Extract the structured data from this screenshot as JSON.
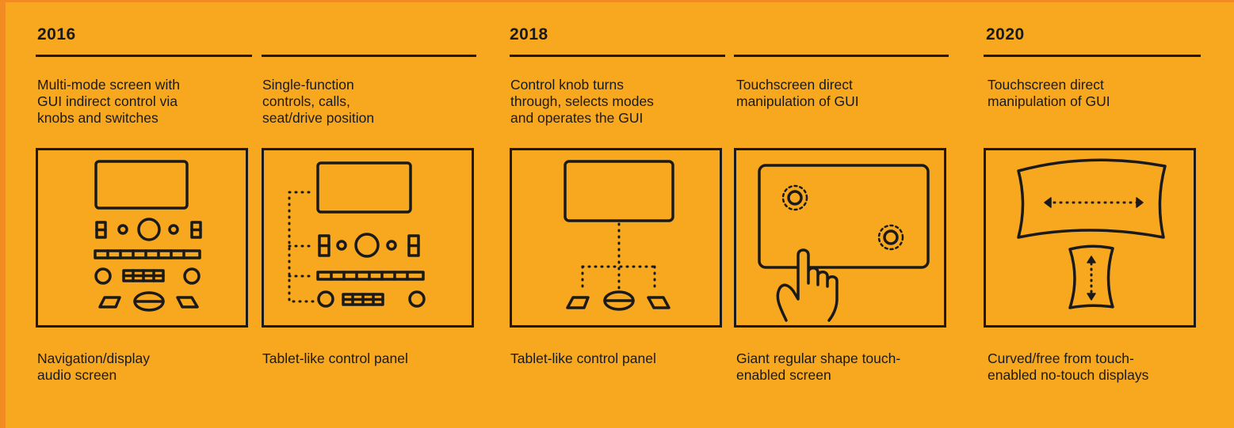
{
  "colors": {
    "background": "#f7a81f",
    "accent_edge": "#f28c22",
    "ink": "#1a1a1a"
  },
  "years": [
    "2016",
    "2018",
    "2020"
  ],
  "columns": [
    {
      "description": "Multi-mode screen with\nGUI indirect control via\nknobs and switches",
      "caption": "Navigation/display\naudio screen",
      "illustration_icon": "dashboard-multi-mode-icon"
    },
    {
      "description": "Single-function\ncontrols, calls,\nseat/drive position",
      "caption": "Tablet-like control panel",
      "illustration_icon": "dashboard-single-function-icon"
    },
    {
      "description": "Control knob turns\nthrough, selects modes\nand operates the GUI",
      "caption": "Tablet-like control panel",
      "illustration_icon": "control-knob-screen-icon"
    },
    {
      "description": "Touchscreen direct\nmanipulation of GUI",
      "caption": "Giant regular shape touch-\nenabled screen",
      "illustration_icon": "touchscreen-hand-icon"
    },
    {
      "description": "Touchscreen direct\nmanipulation of GUI",
      "caption": "Curved/free from touch-\nenabled no-touch displays",
      "illustration_icon": "curved-display-icon"
    }
  ]
}
